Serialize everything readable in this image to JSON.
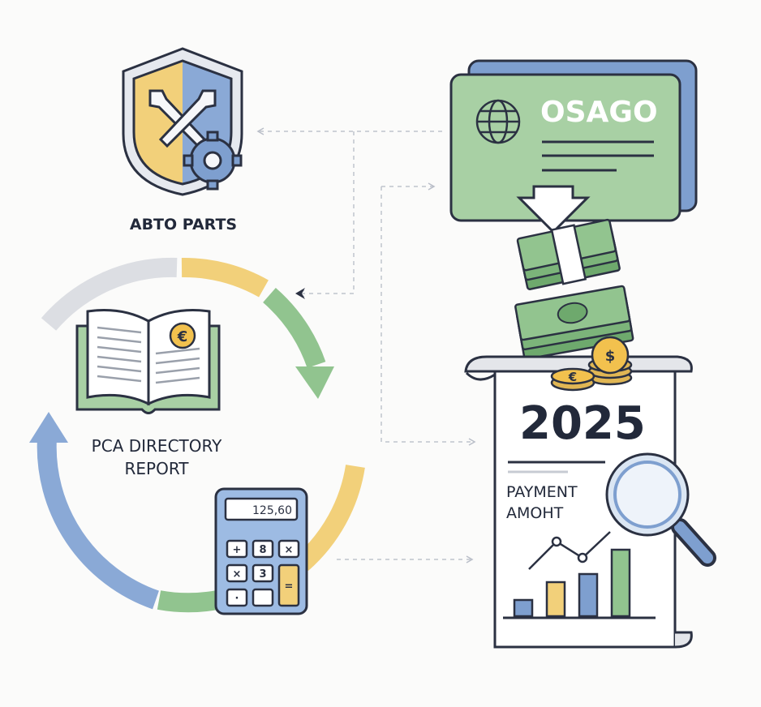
{
  "labels": {
    "parts": "ABTO PARTS",
    "directory_line1": "PCA DIRECTORY",
    "directory_line2": "REPORT",
    "policy": "OSAGO",
    "year": "2025",
    "payment_line1": "PAYMENT",
    "payment_line2": "AMOHT"
  },
  "calculator": {
    "display": "125,60",
    "keys": [
      "+",
      "8",
      "×",
      "×",
      "3",
      "=",
      "·",
      "",
      "="
    ]
  },
  "book_badge": "€",
  "coin_front": "€",
  "coin_back": "$",
  "colors": {
    "navy": "#2b3142",
    "blue": "#7e9fcf",
    "yellow": "#f2d07a",
    "green": "#91c48f",
    "green_dark": "#4f8a57",
    "grey": "#dcdee3",
    "paper": "#ffffff"
  },
  "icons": [
    "shield-wrench-gear-icon",
    "open-book-icon",
    "calculator-icon",
    "osago-card-icon",
    "globe-icon",
    "cash-stack-icon",
    "coins-icon",
    "receipt-scroll-icon",
    "magnifier-icon",
    "bar-chart-icon"
  ]
}
